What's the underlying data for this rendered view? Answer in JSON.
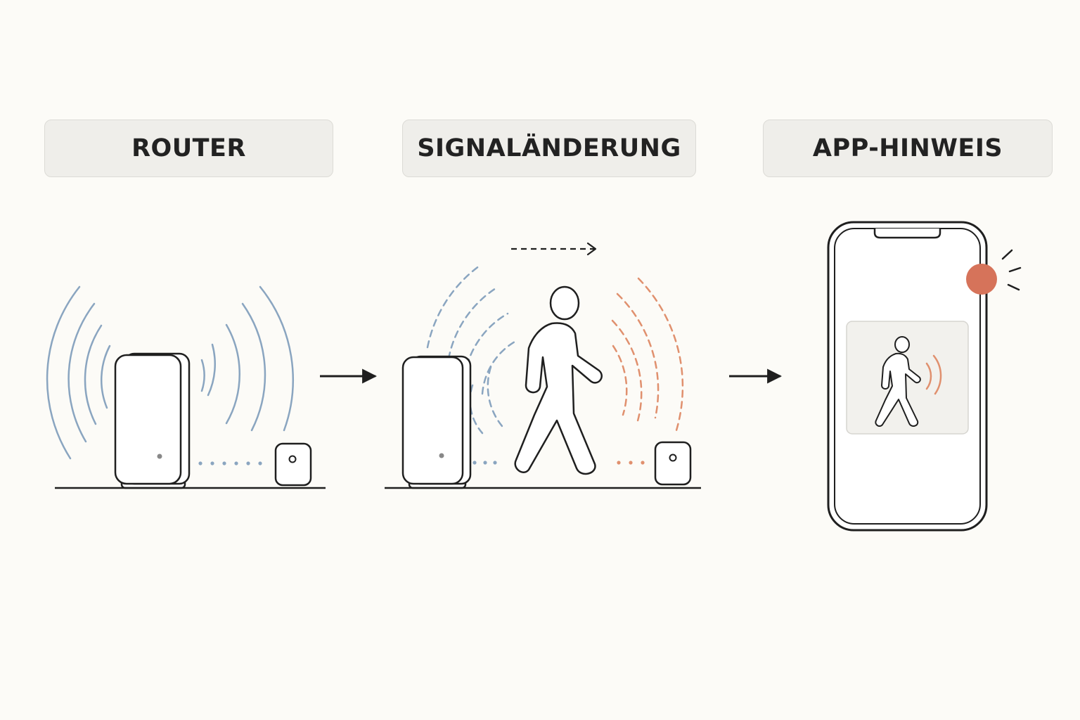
{
  "steps": [
    {
      "label": "ROUTER"
    },
    {
      "label": "SIGNALÄNDERUNG"
    },
    {
      "label": "APP-HINWEIS"
    }
  ],
  "colors": {
    "background": "#fcfbf7",
    "label_box": "#efeeea",
    "outline": "#1f1f1f",
    "wave_blue": "#8aa5c0",
    "wave_orange": "#e0906e",
    "alert": "#d6735a"
  },
  "icons": {
    "router": "router-icon",
    "sensor": "sensor-icon",
    "person": "walking-person-icon",
    "phone": "smartphone-icon",
    "notification": "notification-dot-icon"
  }
}
